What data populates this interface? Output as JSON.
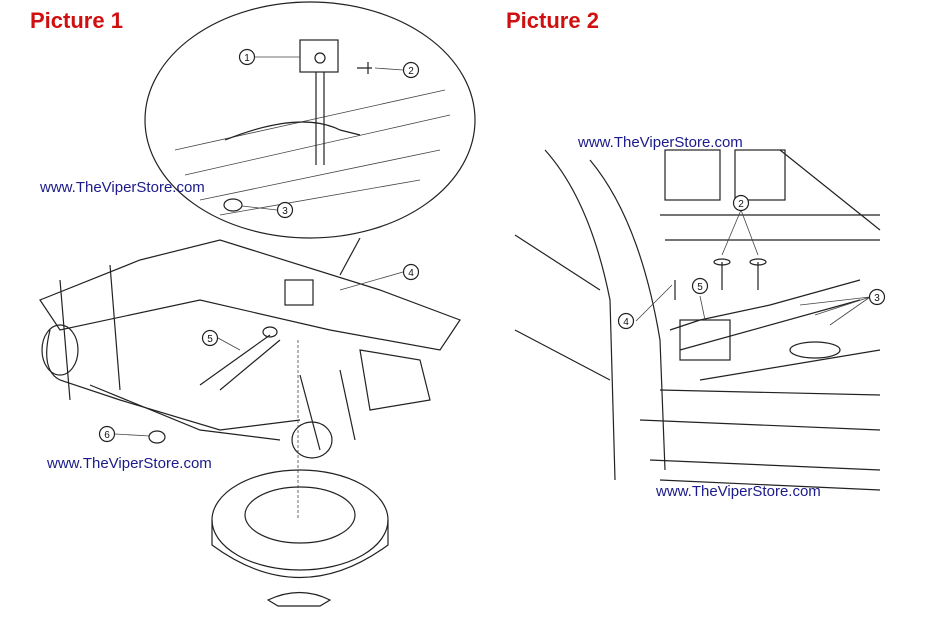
{
  "picture1": {
    "title": "Picture 1",
    "watermarks": [
      "www.TheViperStore.com",
      "www.TheViperStore.com"
    ],
    "callouts": [
      "1",
      "2",
      "3",
      "4",
      "5",
      "6"
    ]
  },
  "picture2": {
    "title": "Picture 2",
    "watermarks": [
      "www.TheViperStore.com",
      "www.TheViperStore.com"
    ],
    "callouts": [
      "2",
      "3",
      "4",
      "5"
    ]
  },
  "colors": {
    "title": "#d01010",
    "watermark": "#1a1a8a"
  }
}
